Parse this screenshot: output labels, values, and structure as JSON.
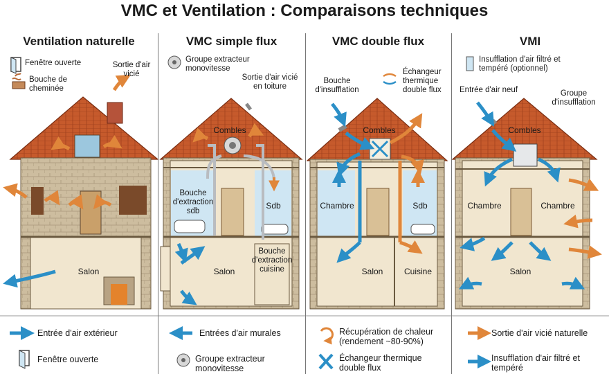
{
  "title": "VMC et Ventilation : Comparaisons techniques",
  "columns": [
    {
      "title": "Ventilation naturelle",
      "labels": {
        "window": "Fenêtre ouverte",
        "chimney": "Bouche de cheminée",
        "exhaust": "Sortie d'air vicié"
      },
      "rooms": [
        "Salon"
      ]
    },
    {
      "title": "VMC simple flux",
      "labels": {
        "extractor": "Groupe extracteur monovitesse",
        "roof_exhaust": "Sortie d'air vicié en toiture",
        "attic": "Combles",
        "bath_vent": "Bouche d'extraction sdb",
        "kitchen_vent": "Bouche d'extraction cuisine"
      },
      "rooms": [
        "Sdb",
        "Salon"
      ]
    },
    {
      "title": "VMC double flux",
      "labels": {
        "insufflation": "Bouche d'insufflation",
        "exchanger": "Échangeur thermique double flux",
        "attic": "Combles"
      },
      "rooms": [
        "Chambre",
        "Sdb",
        "Salon",
        "Cuisine"
      ]
    },
    {
      "title": "VMI",
      "labels": {
        "insufflation_filtered": "Insufflation d'air filtré et tempéré (optionnel)",
        "fresh_air": "Entrée d'air neuf",
        "group": "Groupe d'insufflation",
        "attic": "Combles"
      },
      "rooms": [
        "Chambre",
        "Chambre",
        "Salon"
      ]
    }
  ],
  "legend": [
    {
      "text": "Entrée d'air extérieur",
      "icon": "blue-arrow-right-icon"
    },
    {
      "text": "Fenêtre ouverte",
      "icon": "window-icon"
    },
    {
      "text": "Entrées d'air murales",
      "icon": "blue-arrow-left-icon"
    },
    {
      "text": "Groupe extracteur monovitesse",
      "icon": "fan-icon"
    },
    {
      "text": "Récupération de chaleur (rendement ~80-90%)",
      "icon": "heat-recovery-icon"
    },
    {
      "text": "Échangeur thermique double flux",
      "icon": "exchanger-icon"
    },
    {
      "text": "Sortie d'air vicié naturelle",
      "icon": "orange-arrow-right-icon"
    },
    {
      "text": "Insufflation d'air filtré et tempéré",
      "icon": "blue-arrow-right-icon"
    }
  ],
  "colors": {
    "fresh_air": "#2b8fc7",
    "stale_air": "#e0863a",
    "roof": "#c4542a",
    "stone": "#c9b89a",
    "wall": "#f1e6cf",
    "wet_room": "#cfe6f3"
  }
}
